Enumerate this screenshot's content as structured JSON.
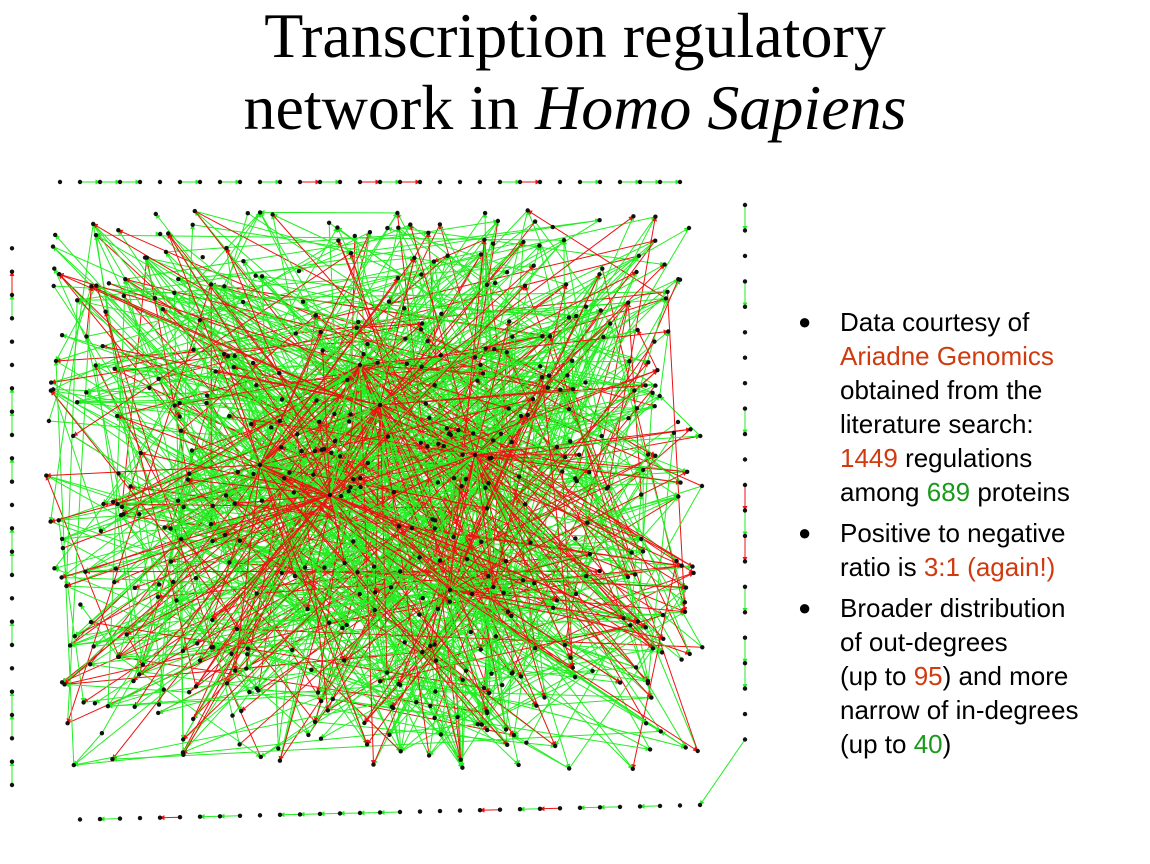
{
  "title": {
    "line1": "Transcription regulatory",
    "line2_prefix": "network in ",
    "line2_italic": "Homo Sapiens"
  },
  "colors": {
    "positive_edge": "#22ee22",
    "negative_edge": "#ee1111",
    "node": "#111111",
    "highlight_red": "#d03a0f",
    "highlight_green": "#1a9a1a"
  },
  "bullets": {
    "b1": {
      "t1": " Data courtesy of",
      "t2": "Ariadne Genomics",
      "t3": "obtained from the",
      "t4": "literature search:",
      "n1": "1449",
      "t5": " regulations",
      "t6": "among ",
      "n2": "689",
      "t7": " proteins"
    },
    "b2": {
      "t1": "Positive to negative",
      "t2": "ratio is ",
      "t3": "3:1 (again!)"
    },
    "b3": {
      "t1": "Broader distribution",
      "t2": "of out-degrees",
      "t3": "(up to ",
      "n1": "95",
      "t4": ") and more",
      "t5": "narrow of in-degrees",
      "t6": "(up to ",
      "n2": "40",
      "t7": ")"
    }
  }
}
